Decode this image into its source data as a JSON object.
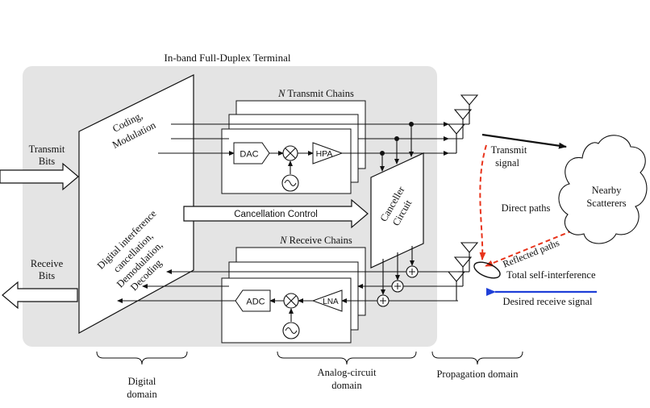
{
  "title": "In-band Full-Duplex Terminal",
  "labels": {
    "transmit_bits_1": "Transmit",
    "transmit_bits_2": "Bits",
    "receive_bits_1": "Receive",
    "receive_bits_2": "Bits",
    "coding_1": "Coding,",
    "coding_2": "Modulation",
    "digital_ic_1": "Digital interference",
    "digital_ic_2": "cancellation,",
    "digital_ic_3": "Demodulation,",
    "digital_ic_4": "Decoding",
    "tx_chains_n": "N",
    "tx_chains": " Transmit Chains",
    "rx_chains_n": "N",
    "rx_chains": " Receive Chains",
    "dac": "DAC",
    "hpa": "HPA",
    "adc": "ADC",
    "lna": "LNA",
    "canceller_1": "Canceller",
    "canceller_2": "Circuit",
    "cancellation_control": "Cancellation Control",
    "transmit_signal_1": "Transmit",
    "transmit_signal_2": "signal",
    "direct_paths": "Direct paths",
    "reflected_paths": "Reflected paths",
    "total_si": "Total self-interference",
    "desired_rx": "Desired receive signal",
    "scatterers_1": "Nearby",
    "scatterers_2": "Scatterers",
    "digital_domain_1": "Digital",
    "digital_domain_2": "domain",
    "analog_domain_1": "Analog-circuit",
    "analog_domain_2": "domain",
    "propagation_domain": "Propagation domain"
  },
  "colors": {
    "terminal_bg": "#e4e4e4",
    "direct_path": "#e8341c",
    "desired_signal": "#1f3fd8"
  }
}
